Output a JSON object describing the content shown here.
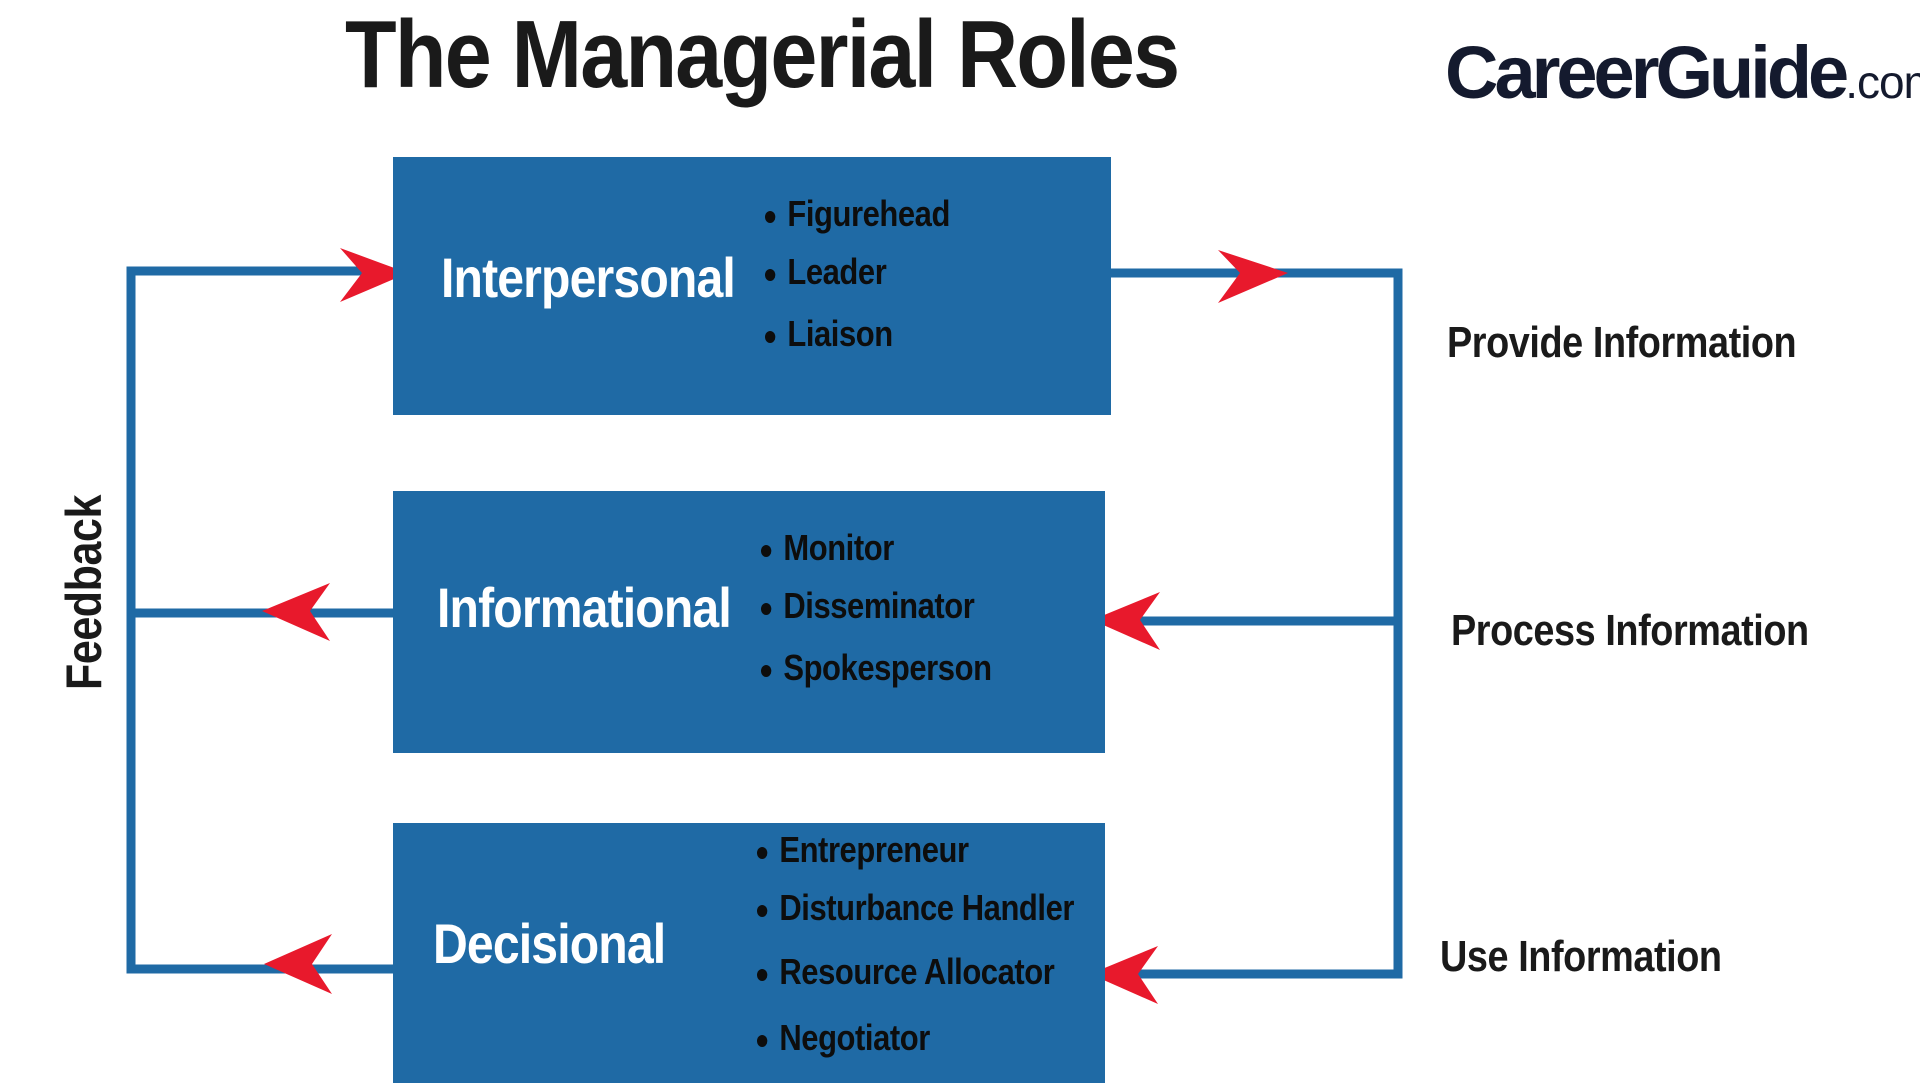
{
  "title": "The Managerial Roles",
  "logo": {
    "main": "CareerGuide",
    "suffix": ".com"
  },
  "colors": {
    "box_fill": "#1f6aa5",
    "connector": "#1f6aa5",
    "arrowhead": "#e8192c",
    "text_dark": "#1a1a1a",
    "box_text": "#ffffff"
  },
  "feedback_label": "Feedback",
  "roles": [
    {
      "name": "Interpersonal",
      "items": [
        "Figurehead",
        "Leader",
        "Liaison"
      ]
    },
    {
      "name": "Informational",
      "items": [
        "Monitor",
        "Disseminator",
        "Spokesperson"
      ]
    },
    {
      "name": "Decisional",
      "items": [
        "Entrepreneur",
        "Disturbance Handler",
        "Resource Allocator",
        "Negotiator"
      ]
    }
  ],
  "information_flow": [
    "Provide Information",
    "Process Information",
    "Use Information"
  ]
}
